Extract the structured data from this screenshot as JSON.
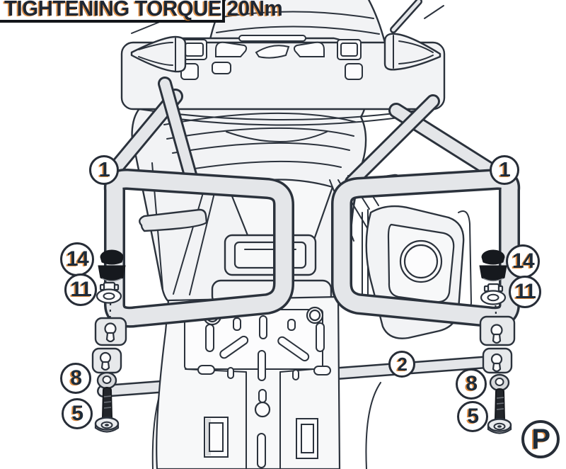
{
  "diagram": {
    "type": "installation-diagram",
    "torque_note": "TIGHTENING TORQUE 20Nm",
    "page_marker": "P",
    "callouts": {
      "left_frame_top": "1",
      "right_frame_top": "1",
      "left_rubber_cap": "14",
      "left_spacer_nut": "11",
      "right_rubber_cap": "14",
      "right_spacer_nut": "11",
      "left_washer": "8",
      "left_screw": "5",
      "right_washer": "8",
      "right_screw": "5",
      "lower_crossbar": "2"
    },
    "colors": {
      "outline": "#2b323c",
      "tube_fill": "#e4e6e9",
      "body_fill": "#f2f3f5",
      "part_black": "#16191e",
      "number_ink": "#1d2b3a",
      "number_fringe": "#de781e"
    }
  }
}
